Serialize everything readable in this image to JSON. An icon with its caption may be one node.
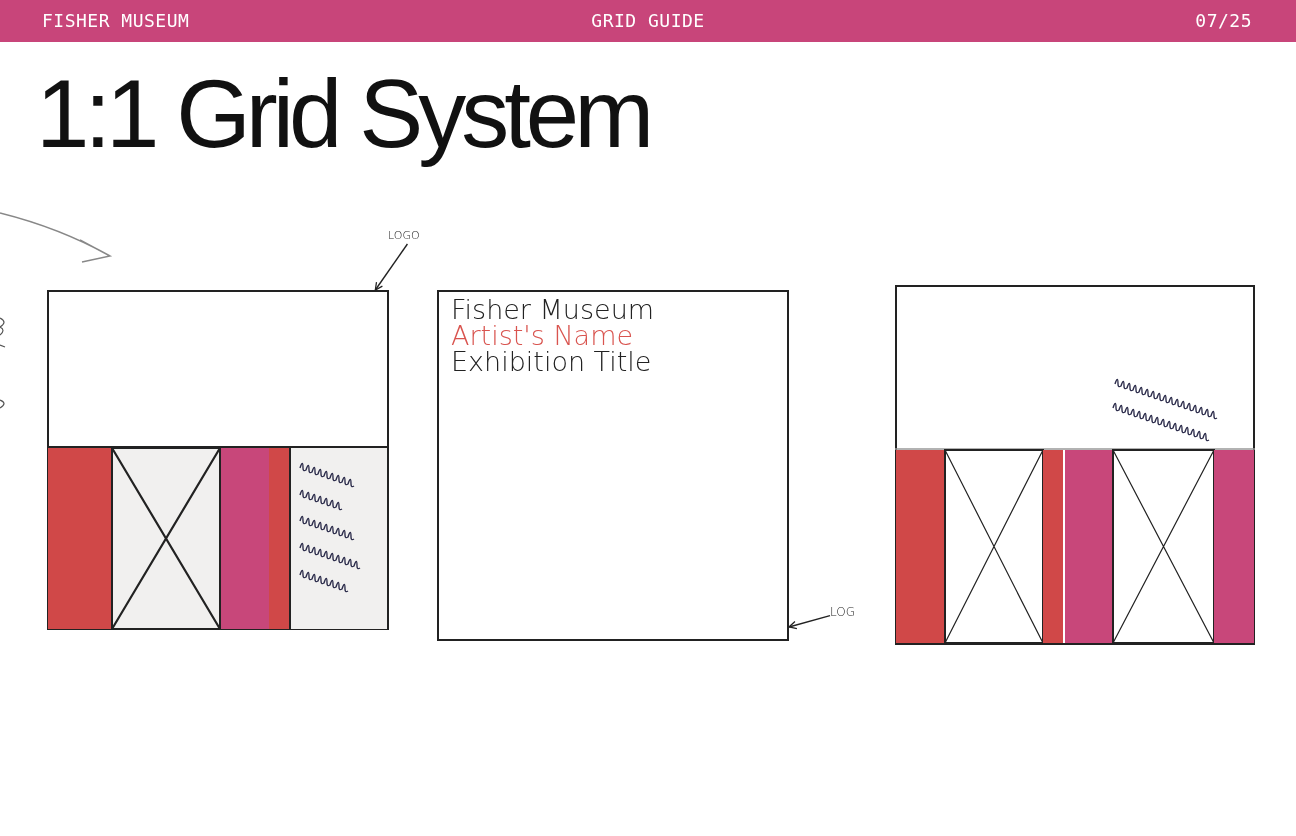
{
  "diagram": {
    "title": "1:1 Grid System",
    "nodes": [
      {
        "text": [],
        "shape": "box"
      },
      {
        "text": [
          "LOGO"
        ]
      },
      {
        "text": [
          "Fisher Museum",
          "Artist's Name",
          "Exhibition Title"
        ]
      },
      {
        "text": [
          "LOG"
        ]
      },
      {
        "text": [],
        "shape": "box"
      }
    ],
    "edges": [
      {
        "from": 1,
        "to": 0,
        "arrow": "to"
      },
      {
        "from": 3,
        "to": 2,
        "arrow": "to"
      }
    ],
    "labels": [
      "FISHER MUSEUM",
      "GRID GUIDE",
      "07/25"
    ]
  }
}
